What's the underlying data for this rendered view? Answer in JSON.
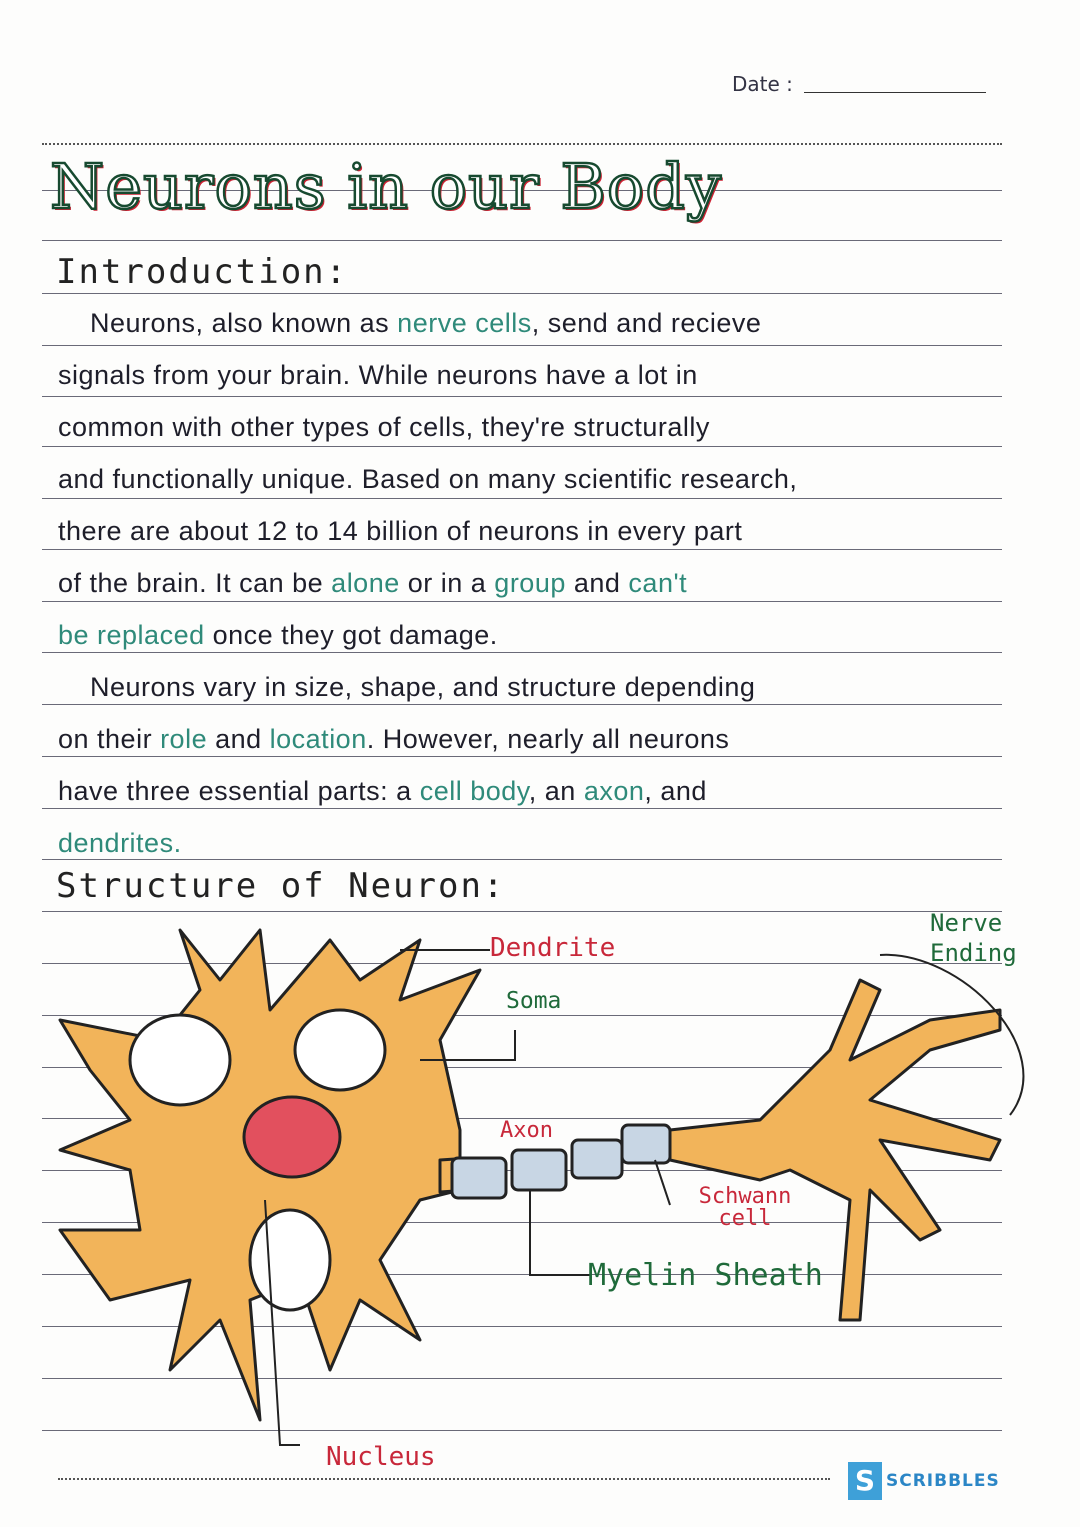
{
  "date_label": "Date :",
  "title": "Neurons in our Body",
  "intro_heading": "Introduction:",
  "paragraph_lines": [
    [
      {
        "t": "    Neurons, also known as "
      },
      {
        "t": "nerve cells",
        "hl": true
      },
      {
        "t": ", send and recieve"
      }
    ],
    [
      {
        "t": "signals from your brain. While neurons have a lot in"
      }
    ],
    [
      {
        "t": "common with other types of cells, they're structurally"
      }
    ],
    [
      {
        "t": "and functionally unique. Based on many scientific research,"
      }
    ],
    [
      {
        "t": "there are about 12 to 14 billion of neurons in every part"
      }
    ],
    [
      {
        "t": "of the brain. It can be "
      },
      {
        "t": "alone",
        "hl": true
      },
      {
        "t": " or in a "
      },
      {
        "t": "group",
        "hl": true
      },
      {
        "t": " and "
      },
      {
        "t": "can't",
        "hl": true
      }
    ],
    [
      {
        "t": "be replaced",
        "hl": true
      },
      {
        "t": " once they got damage."
      }
    ],
    [
      {
        "t": "    Neurons vary in size, shape, and structure depending"
      }
    ],
    [
      {
        "t": "on their "
      },
      {
        "t": "role",
        "hl": true
      },
      {
        "t": " and "
      },
      {
        "t": "location",
        "hl": true
      },
      {
        "t": ". However, nearly all neurons"
      }
    ],
    [
      {
        "t": "have three essential parts: a "
      },
      {
        "t": "cell body",
        "hl": true
      },
      {
        "t": ", an "
      },
      {
        "t": "axon",
        "hl": true
      },
      {
        "t": ", and"
      }
    ],
    [
      {
        "t": "dendrites.",
        "hl": true
      }
    ]
  ],
  "structure_heading": "Structure of Neuron:",
  "diagram_labels": {
    "dendrite": "Dendrite",
    "soma": "Soma",
    "axon": "Axon",
    "schwann": "Schwann cell",
    "myelin": "Myelin Sheath",
    "nucleus": "Nucleus",
    "nerve_ending": "Nerve Ending"
  },
  "logo": "SCRIBBLES",
  "colors": {
    "cell": "#f2b45a",
    "nucleus": "#e2505e",
    "myelin": "#c8d6e4",
    "label_red": "#c8283a",
    "label_green": "#1f6a3a",
    "highlight": "#2f8a7a"
  }
}
